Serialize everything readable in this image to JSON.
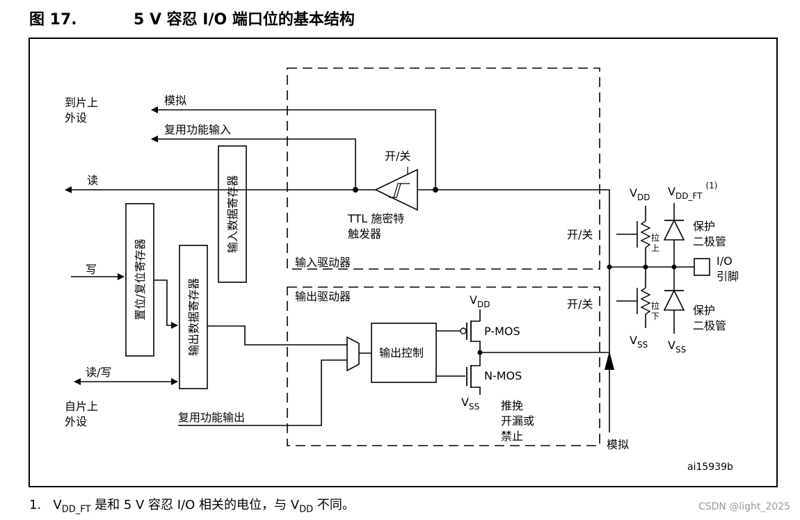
{
  "figure": {
    "number": "图 17.",
    "title": "5 V 容忍 I/O 端口位的基本结构",
    "id": "ai15939b"
  },
  "labels": {
    "to_onchip_periph": [
      "到片上",
      "外设"
    ],
    "analog_in": "模拟",
    "alt_func_in": "复用功能输入",
    "read": "读",
    "on_off": "开/关",
    "ttl_schmitt": [
      "TTL 施密特",
      "触发器"
    ],
    "input_data_reg": "输入数据寄存器",
    "set_reset_reg": "置位/复位寄存器",
    "output_data_reg": "输出数据寄存器",
    "write": "写",
    "read_write": "读/写",
    "from_onchip_periph": [
      "自片上",
      "外设"
    ],
    "alt_func_out": "复用功能输出",
    "input_driver": "输入驱动器",
    "output_driver": "输出驱动器",
    "output_control": "输出控制",
    "pmos": "P-MOS",
    "nmos": "N-MOS",
    "vdd": "V",
    "vdd_sub": "DD",
    "vss": "V",
    "vss_sub": "SS",
    "vdd_ft_sub": "DD_FT",
    "vdd_ft_sup": "(1)",
    "push_pull": [
      "推挽",
      "开漏或",
      "禁止"
    ],
    "analog_out": "模拟",
    "pull_up": [
      "拉",
      "上"
    ],
    "pull_down": [
      "拉",
      "下"
    ],
    "protect_diode": [
      "保护",
      "二极管"
    ],
    "io_pin": [
      "I/O",
      "引脚"
    ]
  },
  "footnote": {
    "num": "1.",
    "pre": "V",
    "sub1": "DD_FT",
    "mid": " 是和 5 V 容忍 I/O 相关的电位，与 V",
    "sub2": "DD",
    "post": " 不同。"
  },
  "watermark": "CSDN @light_2025"
}
